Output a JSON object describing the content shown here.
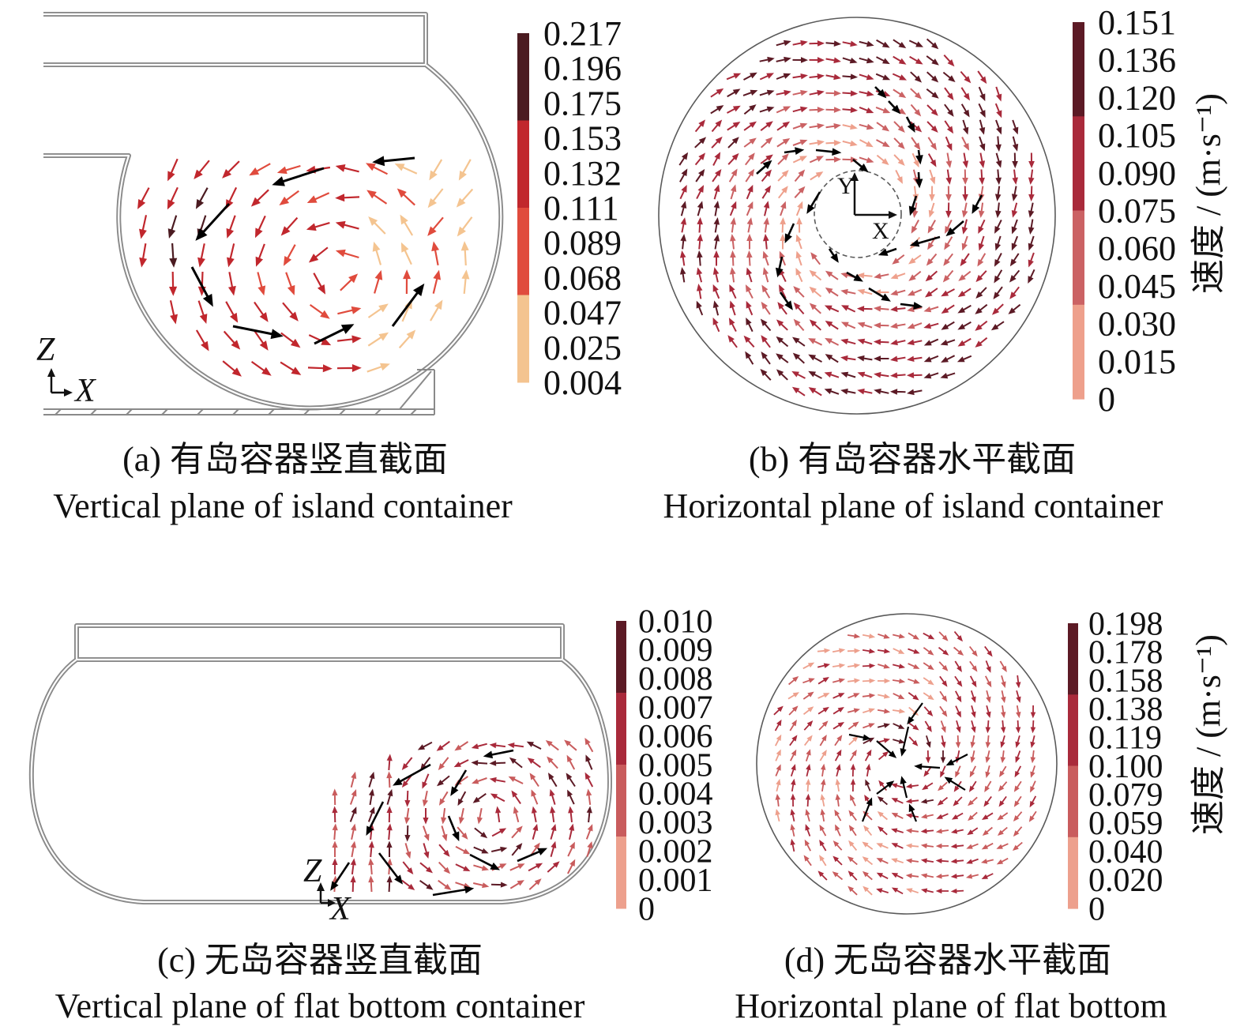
{
  "panels": {
    "a": {
      "caption_cn": "(a) 有岛容器竖直截面",
      "caption_en": "Vertical plane of island container",
      "axis_labels": {
        "vertical": "Z",
        "horizontal": "X"
      },
      "colorbar": {
        "ticks": [
          "0.217",
          "0.196",
          "0.175",
          "0.153",
          "0.132",
          "0.111",
          "0.089",
          "0.068",
          "0.047",
          "0.025",
          "0.004"
        ],
        "colors": [
          "#4b1b21",
          "#c1272d",
          "#e04b3d",
          "#f4c490"
        ]
      }
    },
    "b": {
      "caption_cn": "(b) 有岛容器水平截面",
      "caption_en": "Horizontal plane of island container",
      "axis_labels": {
        "vertical": "Y",
        "horizontal": "X"
      },
      "colorbar": {
        "label": "速度 / (m·s⁻¹)",
        "ticks": [
          "0.151",
          "0.136",
          "0.120",
          "0.105",
          "0.090",
          "0.075",
          "0.060",
          "0.045",
          "0.030",
          "0.015",
          "0"
        ],
        "colors": [
          "#5c1a25",
          "#a92a3b",
          "#cb6264",
          "#eea08c"
        ]
      }
    },
    "c": {
      "caption_cn": "(c) 无岛容器竖直截面",
      "caption_en": "Vertical plane of flat bottom container",
      "axis_labels": {
        "vertical": "Z",
        "horizontal": "X"
      },
      "colorbar": {
        "ticks": [
          "0.010",
          "0.009",
          "0.008",
          "0.007",
          "0.006",
          "0.005",
          "0.004",
          "0.003",
          "0.002",
          "0.001",
          "0"
        ],
        "colors": [
          "#5c1a25",
          "#a92a3b",
          "#c95c5d",
          "#eda08d"
        ]
      }
    },
    "d": {
      "caption_cn": "(d) 无岛容器水平截面",
      "caption_en": "Horizontal plane of flat bottom",
      "colorbar": {
        "label": "速度 / (m·s⁻¹)",
        "ticks": [
          "0.198",
          "0.178",
          "0.158",
          "0.138",
          "0.119",
          "0.100",
          "0.079",
          "0.059",
          "0.040",
          "0.020",
          "0"
        ],
        "colors": [
          "#5c1a25",
          "#a92a3b",
          "#c95c5d",
          "#eda08d"
        ]
      }
    }
  },
  "vector_highlight_color": "#000000"
}
